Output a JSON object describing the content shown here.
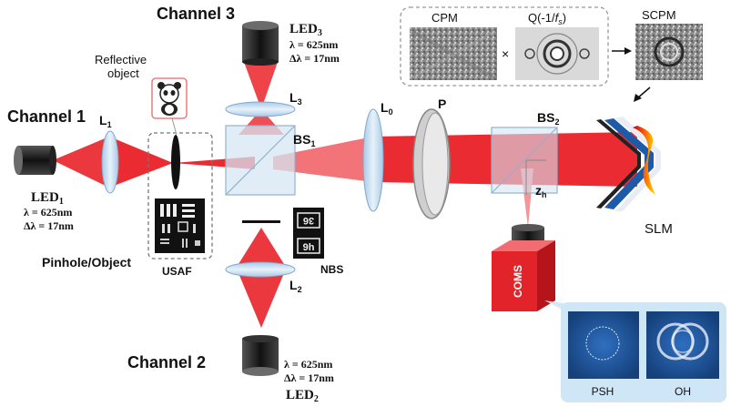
{
  "channels": {
    "ch1": "Channel 1",
    "ch2": "Channel 2",
    "ch3": "Channel 3"
  },
  "leds": {
    "led1": {
      "name": "LED",
      "sub": "1",
      "wavelength": "λ = 625nm",
      "bandwidth": "Δλ = 17nm"
    },
    "led2": {
      "name": "LED",
      "sub": "2",
      "wavelength": "λ = 625nm",
      "bandwidth": "Δλ = 17nm"
    },
    "led3": {
      "name": "LED",
      "sub": "3",
      "wavelength": "λ = 625nm",
      "bandwidth": "Δλ = 17nm"
    }
  },
  "lenses": {
    "l1": {
      "name": "L",
      "sub": "1"
    },
    "l2": {
      "name": "L",
      "sub": "2"
    },
    "l3": {
      "name": "L",
      "sub": "3"
    },
    "l0": {
      "name": "L",
      "sub": "0"
    },
    "p": "P"
  },
  "splitters": {
    "bs1": {
      "name": "BS",
      "sub": "1"
    },
    "bs2": {
      "name": "BS",
      "sub": "2"
    },
    "nbs": "NBS"
  },
  "labels": {
    "reflective_object_line1": "Reflective",
    "reflective_object_line2": "object",
    "pinhole_object": "Pinhole/Object",
    "usaf": "USAF",
    "slm": "SLM",
    "zh": "z",
    "zh_sub": "h",
    "coms": "COMS",
    "psh": "PSH",
    "oh": "OH"
  },
  "masks": {
    "cpm": "CPM",
    "times": "×",
    "q_prefix": "Q(-1/",
    "q_var": "f",
    "q_sub": "s",
    "q_suffix": ")",
    "scpm": "SCPM"
  },
  "colors": {
    "beam": "#e8141c",
    "beam_light": "#f7a3a6",
    "camera": "#e2232a",
    "panel": "#cfe6f7",
    "inset_blue": "#1d4f91",
    "lens": "#c9dff2"
  }
}
